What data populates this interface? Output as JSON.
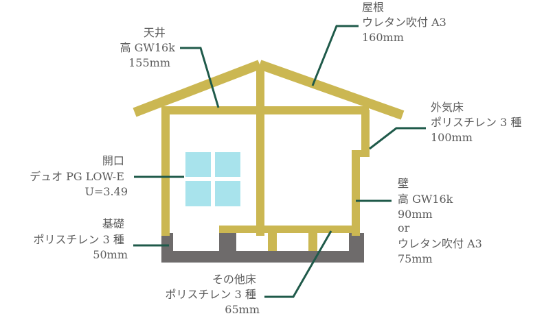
{
  "labels": {
    "roof": [
      "屋根",
      "ウレタン吹付 A3",
      "160mm"
    ],
    "ceiling": [
      "天井",
      "高 GW16k",
      "155mm"
    ],
    "outdoor_floor": [
      "外気床",
      "ポリスチレン 3 種",
      "100mm"
    ],
    "opening": [
      "開口",
      "デュオ PG LOW-E",
      "U=3.49"
    ],
    "wall": [
      "壁",
      "高 GW16k",
      "90mm",
      "or",
      "ウレタン吹付 A3",
      "75mm"
    ],
    "foundation": [
      "基礎",
      "ポリスチレン 3 種",
      "50mm"
    ],
    "other_floor": [
      "その他床",
      "ポリスチレン 3 種",
      "65mm"
    ]
  },
  "colors": {
    "frame": "#cbb752",
    "foundation": "#6e6b6b",
    "leader": "#1f5a4a",
    "window": "#a8e3ec",
    "text": "#5b5b5b"
  }
}
